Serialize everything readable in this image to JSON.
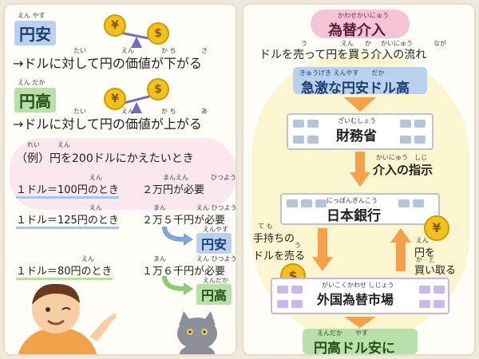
{
  "left": {
    "yen_weak": {
      "ruby": "えん やす",
      "label": "円安",
      "line_ruby_tai": "たい",
      "line_ruby_en": "えん",
      "line_ruby_kachi": "か ち",
      "line_ruby_sa": "さ",
      "line": "→ドルに対して円の価値が下がる"
    },
    "yen_strong": {
      "ruby": "えん だか",
      "label": "円高",
      "line_ruby_tai": "たい",
      "line_ruby_en": "えん",
      "line_ruby_kachi": "か ち",
      "line_ruby_a": "あ",
      "line": "→ドルに対して円の価値が上がる"
    },
    "example": {
      "ruby_rei": "れい",
      "ruby_en": "えん",
      "title": "（例）円を200ドルにかえたいとき",
      "row1": {
        "rate": "１ドル＝100円のとき",
        "ruby_en": "えん",
        "ruby_amount": "まんえん",
        "ruby_need": "ひつよう",
        "amount": "２万円が必要"
      },
      "row2": {
        "rate": "１ドル＝125円のとき",
        "ruby_en": "えん",
        "ruby_amount": "まん",
        "ruby_need": "えん ひつよう",
        "amount": "２万５千円が必要",
        "result_ruby": "えんやす",
        "result": "円安"
      },
      "row3": {
        "rate": "１ドル＝80円のとき",
        "ruby_en": "えん",
        "ruby_amount": "まん",
        "ruby_need": "えん ひつよう",
        "amount": "１万６千円が必要",
        "result_ruby": "えんだか",
        "result": "円高"
      }
    }
  },
  "right": {
    "title_ruby": "かわせかいにゅう",
    "title": "為替介入",
    "subtitle_ruby_u": "う",
    "subtitle_ruby_en": "えん",
    "subtitle_ruby_ka": "か",
    "subtitle_ruby_kainyu": "かいにゅう",
    "subtitle_ruby_naga": "なが",
    "subtitle": "ドルを売って円を買う介入の流れ",
    "step1_ruby": "きゅうげき えんやす　　だか",
    "step1": "急激な円安ドル高",
    "mof_ruby": "ざいむしょう",
    "mof": "財務省",
    "directive_ruby": "かいにゅう　しじ",
    "directive": "介入の指示",
    "boj_ruby": "にっぽんぎんこう",
    "boj": "日本銀行",
    "sell_ruby": "て も",
    "sell_line1": "手持ちの",
    "sell_line2": "ドルを売る",
    "sell_ruby2": "う",
    "buy_ruby": "えん",
    "buy_line1": "円を",
    "buy_line2": "買い取る",
    "buy_ruby2": "か　と",
    "market_ruby": "がいこくかわせ しじょう",
    "market": "外国為替市場",
    "result_ruby": "えんだか　　やす",
    "result": "円高ドル安に"
  },
  "icons": {
    "yen": "¥",
    "dollar": "$"
  },
  "colors": {
    "orange": "#f6a04b",
    "blue_label": "#b9d0ee",
    "green_label": "#b9dfaa",
    "pink_title": "#f7c3d7"
  }
}
